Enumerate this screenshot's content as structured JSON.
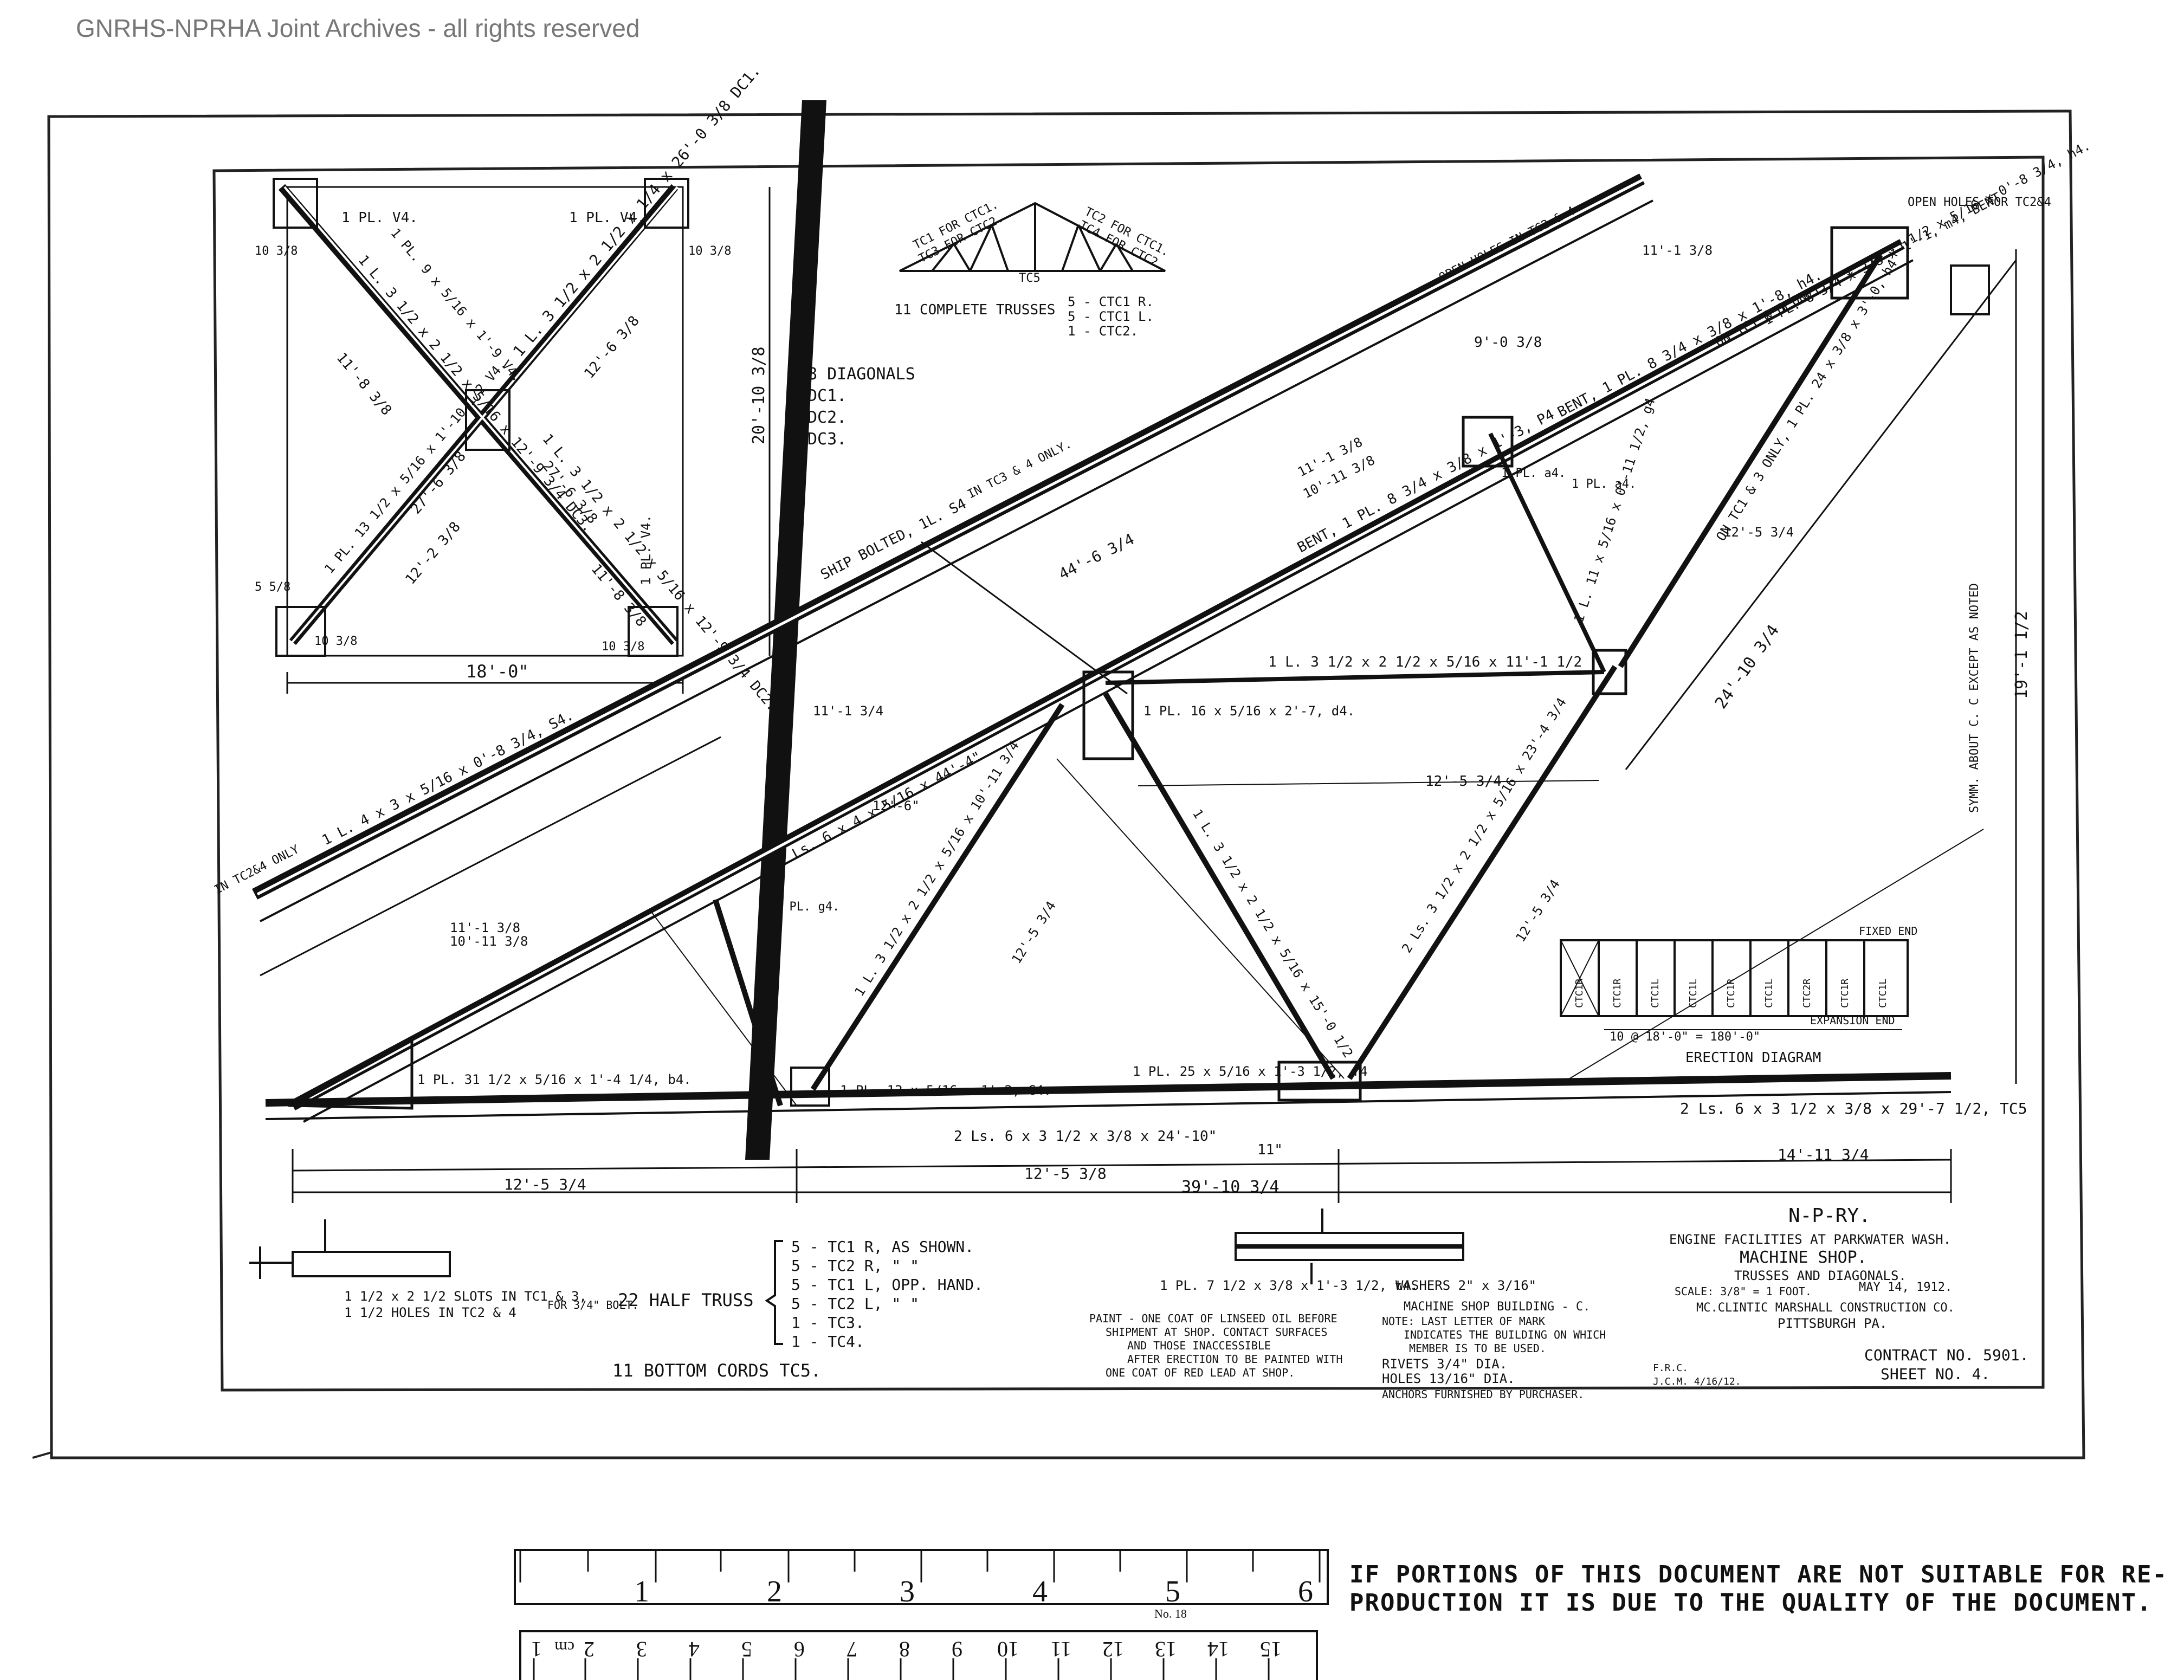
{
  "archive_watermark": "GNRHS-NPRHA Joint Archives - all rights reserved",
  "title_block": {
    "railway": "N-P-RY.",
    "project": "ENGINE FACILITIES AT PARKWATER WASH.",
    "building": "MACHINE SHOP.",
    "subject": "TRUSSES AND DIAGONALS.",
    "scale": "SCALE: 3/8\" = 1 FOOT.",
    "date": "MAY 14, 1912.",
    "company": "MC.CLINTIC MARSHALL CONSTRUCTION CO.",
    "city": "PITTSBURGH PA.",
    "contract": "CONTRACT NO. 5901.",
    "sheet": "SHEET NO. 4.",
    "drafted": "F.R.C.",
    "checked": "J.C.M. 4/16/12."
  },
  "key_truss": {
    "label_left_a": "TC1 FOR CTC1.",
    "label_left_b": "TC3 FOR CTC2.",
    "label_right_a": "TC2 FOR CTC1.",
    "label_right_b": "TC4 FOR CTC2.",
    "center_label": "TC5",
    "complete_trusses": "11 COMPLETE TRUSSES",
    "list": [
      "5 - CTC1 R.",
      "5 - CTC1 L.",
      "1 - CTC2."
    ]
  },
  "diagonals": {
    "heading": "8 DIAGONALS",
    "list": [
      "DC1.",
      "DC2.",
      "DC3."
    ]
  },
  "diagonal_frame": {
    "labels": [
      "1 PL. V4.",
      "1 PL. V4.",
      "1 L. 3 1/2 x 2 1/2 x 1/4 x 26'-0 3/8 DC1.",
      "1 L. 3 1/2 x 2 1/2 x 5/16 x 12'-9 3/4 DC3.",
      "1 L. 3 1/2 x 2 1/2 x 5/16 x 12'-9 3/4 DC2.",
      "1 PL. 9 x 5/16 x 1'-9 V4.",
      "1 PL. 13 1/2 x 5/16 x 1'-10 1/2 V4.",
      "1 PL. V4."
    ],
    "dims": [
      "11'-8 3/8",
      "12'-6 3/8",
      "27'-6 3/8",
      "27'-6 3/8",
      "12'-2 3/8",
      "11'-8 3/8",
      "10 3/8",
      "10 3/8",
      "10 3/8",
      "10 3/8",
      "5 5/8",
      "18'-0\""
    ],
    "height": "20'-10 3/8"
  },
  "truss_labels": [
    "SHIP BOLTED, 1L. S4",
    "IN TC3 & 4 ONLY.",
    "OPEN HOLES IN TC2 & 4",
    "OPEN HOLES FOR TC2&4",
    "BENT, 1 PL. 8 3/4 x 3/8 x 1'-3, P4",
    "BENT, 1 PL. 8 3/4 x 3/8 x 1'-8, h4.",
    "ON TC1 & 3 ONLY, 1 L. 10'-5 1/2 x 5/16 x 0'-8 3/4, h4.",
    "1 PL. 8 3/4 x 3/8 x 1'-1, m4, BENT",
    "1 PL. a4.",
    "1 L. 4 x 3 x 5/16 x 0'-8 3/4, S4.",
    "IN TC2&4 ONLY",
    "2 Ls. 6 x 4 x 5/16 x 44'-4\"",
    "1 L. 3 1/2 x 2 1/2 x 5/16 x 11'-1 1/2",
    "1 PL. 16 x 5/16 x 2'-7, d4.",
    "1 L. 3 1/2 x 2 1/2 x 5/16 x 10'-11 3/4",
    "1 L. 3 1/2 x 2 1/2 x 5/16 x 15'-0 1/2",
    "2 Ls. 3 1/2 x 2 1/2 x 5/16 x 23'-4 3/4",
    "1 L. 11 x 5/16 x 0'-11 1/2, g4",
    "ON TC1 & 3 ONLY, 1 PL. 24 x 3/8 x 3'-0, h4",
    "1 PL. 31 1/2 x 5/16 x 1'-4 1/4, b4.",
    "1 PL. 12 x 5/16 x 1'-2, C4.",
    "1 PL. 25 x 5/16 x 1'-3 1/2, f4",
    "2 Ls. 6 x 3 1/2 x 3/8 x 24'-10\"",
    "2 Ls. 6 x 3 1/2 x 3/8 x 29'-7 1/2, TC5",
    "SYMM. ABOUT C. C EXCEPT AS NOTED",
    "1 PL. a4.",
    "1 PL. g4."
  ],
  "truss_dims": [
    "44'-6 3/4",
    "11'-1 3/8",
    "9'-0 3/8",
    "11'-1 3/8",
    "10'-11 3/8",
    "11'-1 3/4",
    "12'-5 3/4",
    "12'-5 3/4",
    "12'-5 3/4",
    "12'-5 3/4",
    "24'-10 3/4",
    "19'-1 1/2",
    "12'-6\"",
    "11'-1 3/8",
    "10'-11 3/8"
  ],
  "bottom_dims": {
    "d1": "12'-5 3/4",
    "d2": "12'-5 3/8",
    "d3": "14'-11 3/4",
    "total": "39'-10 3/4",
    "center": "11\""
  },
  "erection": {
    "title": "ERECTION DIAGRAM",
    "fixed": "FIXED END",
    "expansion": "EXPANSION END",
    "spans": "10 @ 18'-0\" = 180'-0\"",
    "bays": [
      "CTC1R",
      "CTC1R",
      "CTC1L",
      "CTC1L",
      "CTC1R",
      "CTC1L",
      "CTC2R",
      "CTC1R",
      "CTC1L"
    ]
  },
  "bottom_chord_detail": {
    "slots": "1 1/2 x 2 1/2 SLOTS IN TC1 & 3,",
    "holes": "1 1/2 HOLES IN TC2 & 4",
    "bolt": "FOR 3/4\" BOLT."
  },
  "half_trusses": {
    "heading": "22 HALF TRUSS",
    "list": [
      "5 - TC1 R, AS SHOWN.",
      "5 - TC2 R, \" \"",
      "5 - TC1 L, OPP. HAND.",
      "5 - TC2 L, \" \"",
      "1 - TC3.",
      "1 - TC4."
    ],
    "bottom_cords": "11 BOTTOM CORDS TC5."
  },
  "splice_label": "1 PL. 7 1/2 x 3/8 x 1'-3 1/2, t4.",
  "paint_notes": [
    "PAINT - ONE COAT OF LINSEED OIL BEFORE",
    "SHIPMENT AT SHOP. CONTACT SURFACES",
    "AND THOSE INACCESSIBLE",
    "AFTER ERECTION TO BE PAINTED WITH",
    "ONE COAT OF RED LEAD AT SHOP."
  ],
  "general_notes": [
    "WASHERS 2\" x 3/16\"",
    "MACHINE SHOP BUILDING - C.",
    "NOTE: LAST LETTER OF MARK",
    "INDICATES THE BUILDING ON WHICH",
    "MEMBER IS TO BE USED.",
    "RIVETS 3/4\" DIA.",
    "HOLES 13/16\" DIA.",
    "ANCHORS FURNISHED BY PURCHASER."
  ],
  "ruler": {
    "inch_numbers": [
      "1",
      "2",
      "3",
      "4",
      "5",
      "6"
    ],
    "cm_numbers": [
      "1",
      "2",
      "3",
      "4",
      "5",
      "6",
      "7",
      "8",
      "9",
      "10",
      "11",
      "12",
      "13",
      "14",
      "15"
    ],
    "cm_unit": "cm",
    "brand": "No. 18"
  },
  "notice": [
    "IF PORTIONS OF THIS DOCUMENT ARE NOT SUITABLE FOR RE-",
    "PRODUCTION IT IS DUE TO THE QUALITY OF THE DOCUMENT."
  ]
}
